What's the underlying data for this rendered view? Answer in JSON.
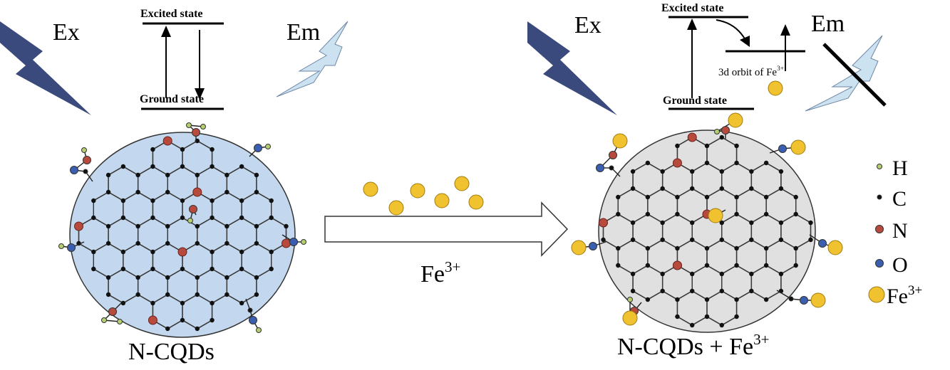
{
  "left_panel": {
    "ex_label": "Ex",
    "em_label": "Em",
    "excited_state": "Excited state",
    "ground_state": "Ground state",
    "caption": "N-CQDs"
  },
  "middle": {
    "ion_label": "Fe",
    "ion_charge": "3+"
  },
  "right_panel": {
    "ex_label": "Ex",
    "em_label": "Em",
    "excited_state": "Excited state",
    "ground_state": "Ground state",
    "orbit_label": "3d orbit of Fe",
    "orbit_charge": "3+",
    "caption_base": "N-CQDs + Fe",
    "caption_charge": "3+"
  },
  "legend": [
    {
      "symbol": "H",
      "charge": "",
      "color": "#b5cf6e"
    },
    {
      "symbol": "C",
      "charge": "",
      "color": "#111111"
    },
    {
      "symbol": "N",
      "charge": "",
      "color": "#b84a3d"
    },
    {
      "symbol": "O",
      "charge": "",
      "color": "#3a5fb0"
    },
    {
      "symbol": "Fe",
      "charge": "3+",
      "color": "#f0c230"
    }
  ],
  "colors": {
    "left_dot": "#c3d8ef",
    "right_dot": "#e0e0e0",
    "lightning_dark": "#3b4a7c",
    "lightning_light": "#cde2f0"
  }
}
